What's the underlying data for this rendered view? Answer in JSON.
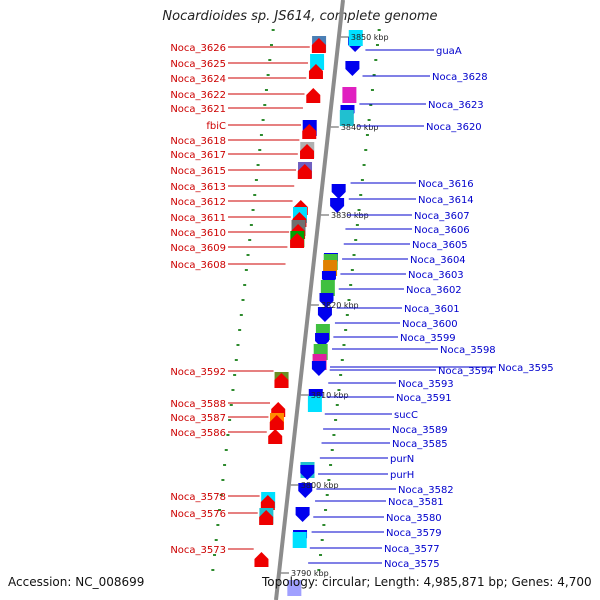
{
  "title": "Nocardioides sp. JS614, complete genome",
  "accession": "Accession: NC_008699",
  "topology": "Topology: circular; Length: 4,985,871 bp; Genes: 4,700",
  "colors": {
    "backbone": "#8c8c8c",
    "left_label": "#cc0000",
    "right_label": "#0000cc",
    "tick_marks": "#2e8b2e"
  },
  "ticks": [
    "3850 kbp",
    "3840 kbp",
    "3830 kbp",
    "3820 kbp",
    "3810 kbp",
    "3800 kbp",
    "3790 kbp"
  ],
  "left_genes": [
    "Noca_3626",
    "Noca_3625",
    "Noca_3624",
    "Noca_3622",
    "Noca_3621",
    "fbiC",
    "Noca_3618",
    "Noca_3617",
    "Noca_3615",
    "Noca_3613",
    "Noca_3612",
    "Noca_3611",
    "Noca_3610",
    "Noca_3609",
    "Noca_3608",
    "Noca_3592",
    "Noca_3588",
    "Noca_3587",
    "Noca_3586",
    "Noca_3578",
    "Noca_3576",
    "Noca_3573"
  ],
  "right_genes": [
    "guaA",
    "Noca_3628",
    "Noca_3623",
    "Noca_3620",
    "Noca_3616",
    "Noca_3614",
    "Noca_3607",
    "Noca_3606",
    "Noca_3605",
    "Noca_3604",
    "Noca_3603",
    "Noca_3602",
    "Noca_3601",
    "Noca_3600",
    "Noca_3599",
    "Noca_3598",
    "Noca_3595",
    "Noca_3594",
    "Noca_3593",
    "Noca_3591",
    "sucC",
    "Noca_3589",
    "Noca_3585",
    "purN",
    "purH",
    "Noca_3582",
    "Noca_3581",
    "Noca_3580",
    "Noca_3579",
    "Noca_3577",
    "Noca_3575"
  ]
}
